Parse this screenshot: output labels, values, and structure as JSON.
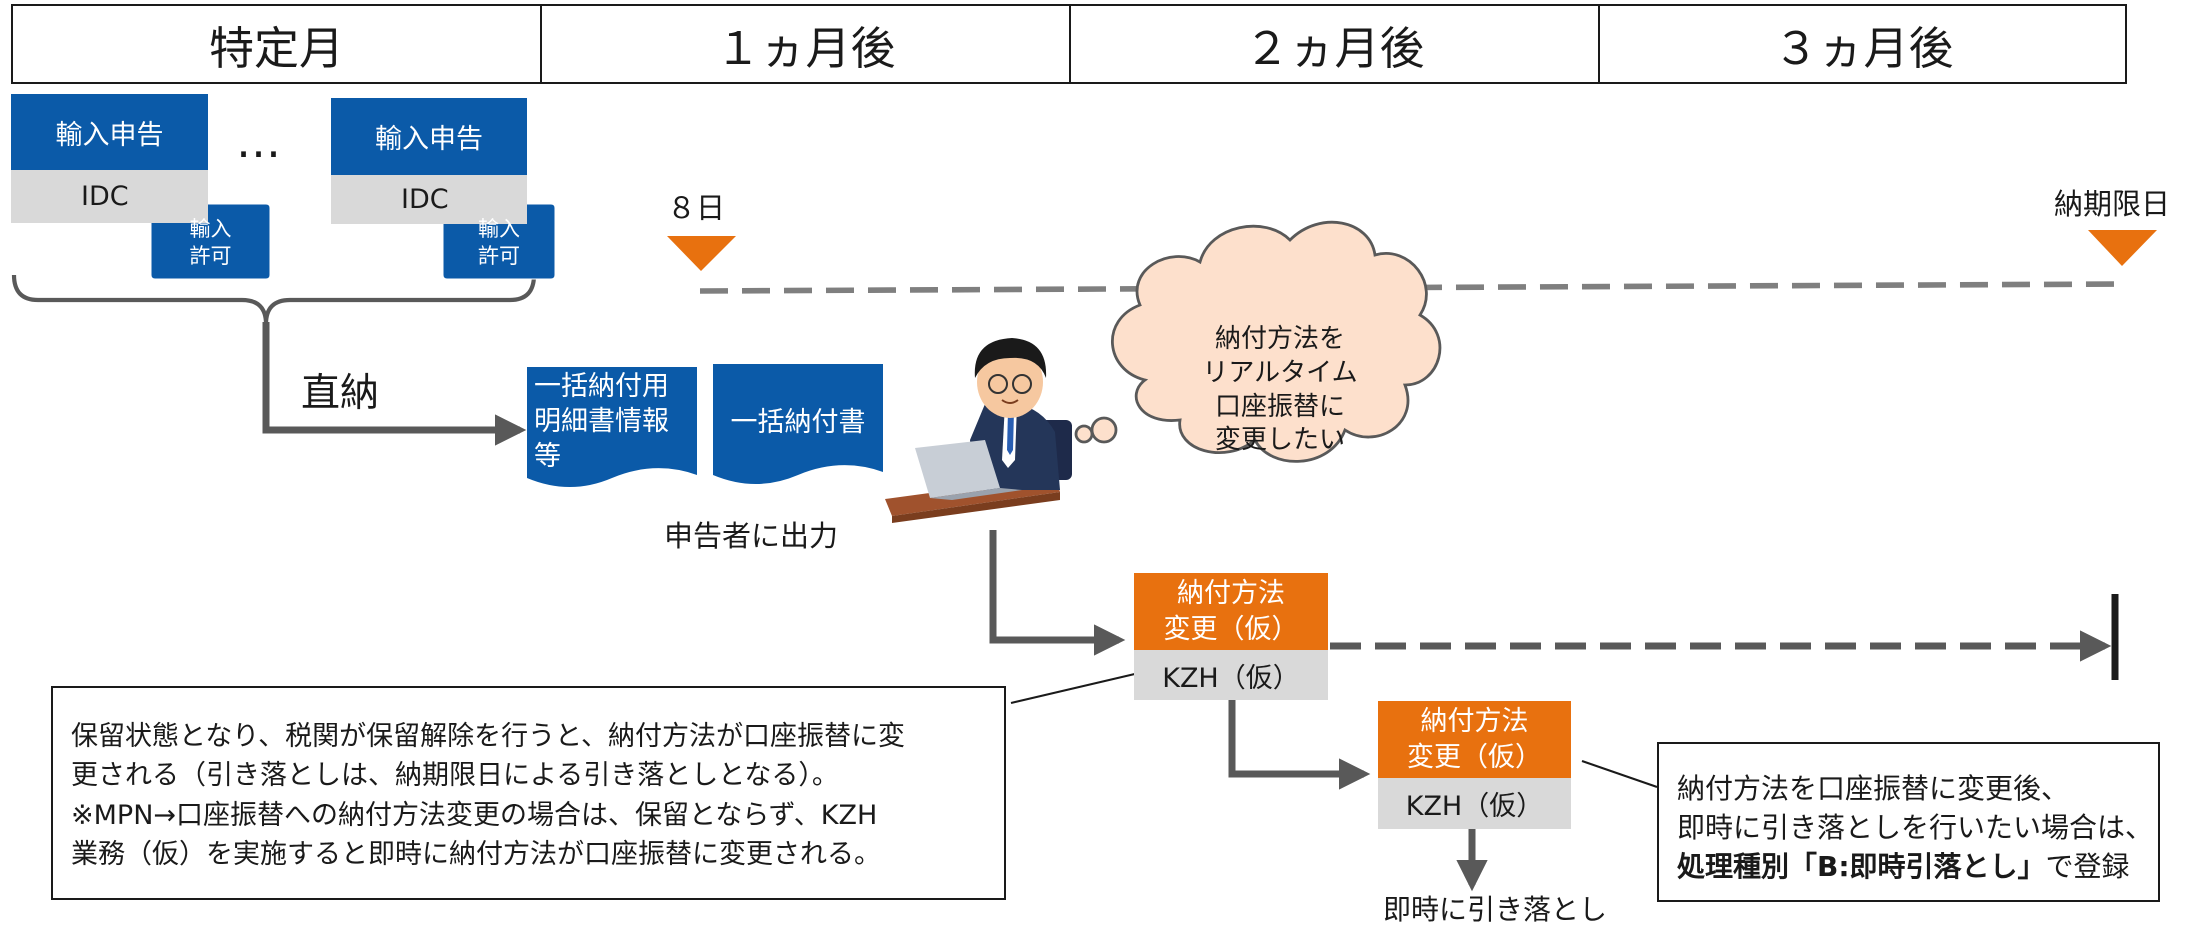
{
  "timeline": {
    "headers": [
      "特定月",
      "１ヵ月後",
      "２ヵ月後",
      "３ヵ月後"
    ]
  },
  "import_declarations": [
    {
      "title": "輸入申告",
      "code": "IDC",
      "permit": [
        "輸入",
        "許可"
      ]
    },
    {
      "title": "輸入申告",
      "code": "IDC",
      "permit": [
        "輸入",
        "許可"
      ]
    }
  ],
  "ellipsis": "…",
  "markers": {
    "day8": "８日",
    "due_date": "納期限日"
  },
  "direct_payment": "直納",
  "documents": {
    "detail_lines": [
      "一括納付用",
      "明細書情報",
      "等"
    ],
    "bulk_bill": "一括納付書",
    "output_caption": "申告者に出力"
  },
  "thought_bubble": [
    "納付方法を",
    "リアルタイム",
    "口座振替に",
    "変更したい"
  ],
  "change_box_1": {
    "title_lines": [
      "納付方法",
      "変更（仮）"
    ],
    "code": "KZH（仮）"
  },
  "change_box_2": {
    "title_lines": [
      "納付方法",
      "変更（仮）"
    ],
    "code": "KZH（仮）"
  },
  "immediate_debit": "即時に引き落とし",
  "note_left": {
    "lines": [
      "保留状態となり、税関が保留解除を行うと、納付方法が口座振替に変",
      "更される（引き落としは、納期限日による引き落としとなる）。",
      "※MPN→口座振替への納付方法変更の場合は、保留とならず、KZH",
      "業務（仮）を実施すると即時に納付方法が口座振替に変更される。"
    ]
  },
  "note_right": {
    "line1": "納付方法を口座振替に変更後、",
    "line2": "即時に引き落としを行いたい場合は、",
    "line3_bold": "処理種別「B:即時引落とし」",
    "line3_rest": "で登録"
  },
  "colors": {
    "blue": "#0b5aa8",
    "orange": "#e8710f",
    "gray": "#d9d9d9",
    "arrow": "#595959",
    "bubble": "#fde0cc"
  }
}
